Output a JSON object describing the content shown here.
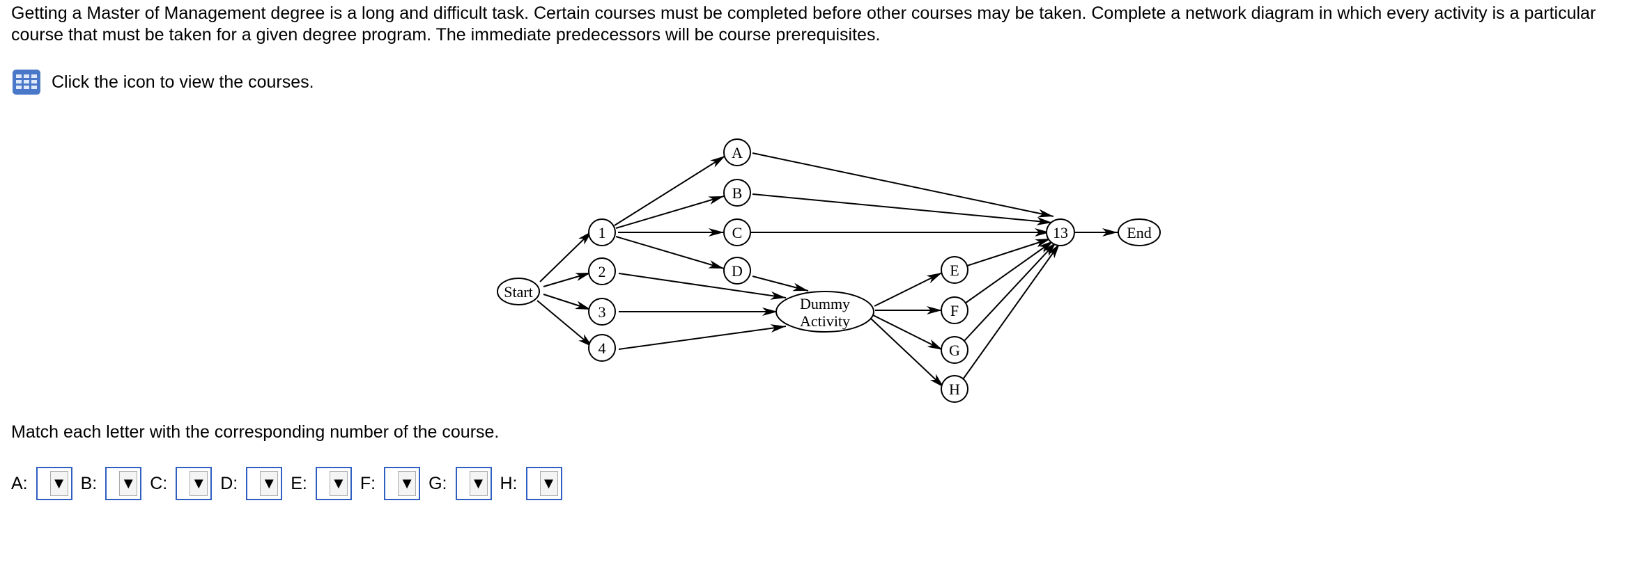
{
  "question": {
    "intro": "Getting a Master of Management degree is a long and difficult task. Certain courses must be completed before other courses may be taken. Complete a network diagram in which every activity is a particular course that must be taken for a given degree program. The immediate predecessors will be course prerequisites.",
    "hint_text": "Click the icon to view the courses.",
    "hint_icon": "table-icon",
    "match_instruction": "Match each letter with the corresponding number of the course."
  },
  "diagram": {
    "nodes": {
      "start": "Start",
      "n1": "1",
      "n2": "2",
      "n3": "3",
      "n4": "4",
      "a": "A",
      "b": "B",
      "c": "C",
      "d": "D",
      "dummy_line1": "Dummy",
      "dummy_line2": "Activity",
      "e": "E",
      "f": "F",
      "g": "G",
      "h": "H",
      "n13": "13",
      "end": "End"
    }
  },
  "answers": [
    {
      "label": "A:",
      "value": ""
    },
    {
      "label": "B:",
      "value": ""
    },
    {
      "label": "C:",
      "value": ""
    },
    {
      "label": "D:",
      "value": ""
    },
    {
      "label": "E:",
      "value": ""
    },
    {
      "label": "F:",
      "value": ""
    },
    {
      "label": "G:",
      "value": ""
    },
    {
      "label": "H:",
      "value": ""
    }
  ],
  "dropdown_arrow": "▼",
  "colors": {
    "icon_blue": "#4a78c8",
    "dropdown_border": "#2f5fbf"
  }
}
